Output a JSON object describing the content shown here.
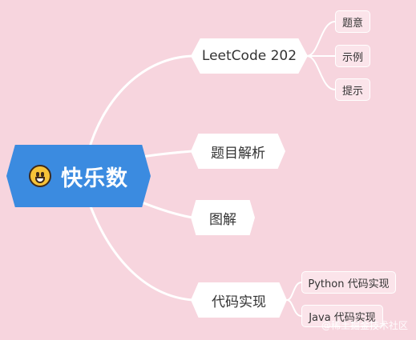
{
  "root": {
    "label": "快乐数",
    "icon": "smiley-icon"
  },
  "branches": [
    {
      "label": "LeetCode 202",
      "children": [
        "题意",
        "示例",
        "提示"
      ]
    },
    {
      "label": "题目解析",
      "children": []
    },
    {
      "label": "图解",
      "children": []
    },
    {
      "label": "代码实现",
      "children": [
        "Python 代码实现",
        "Java 代码实现"
      ]
    }
  ],
  "watermark": "@稀土掘金技术社区",
  "colors": {
    "background": "#f7d5de",
    "root": "#3b8be0",
    "edge": "#ffffff"
  }
}
